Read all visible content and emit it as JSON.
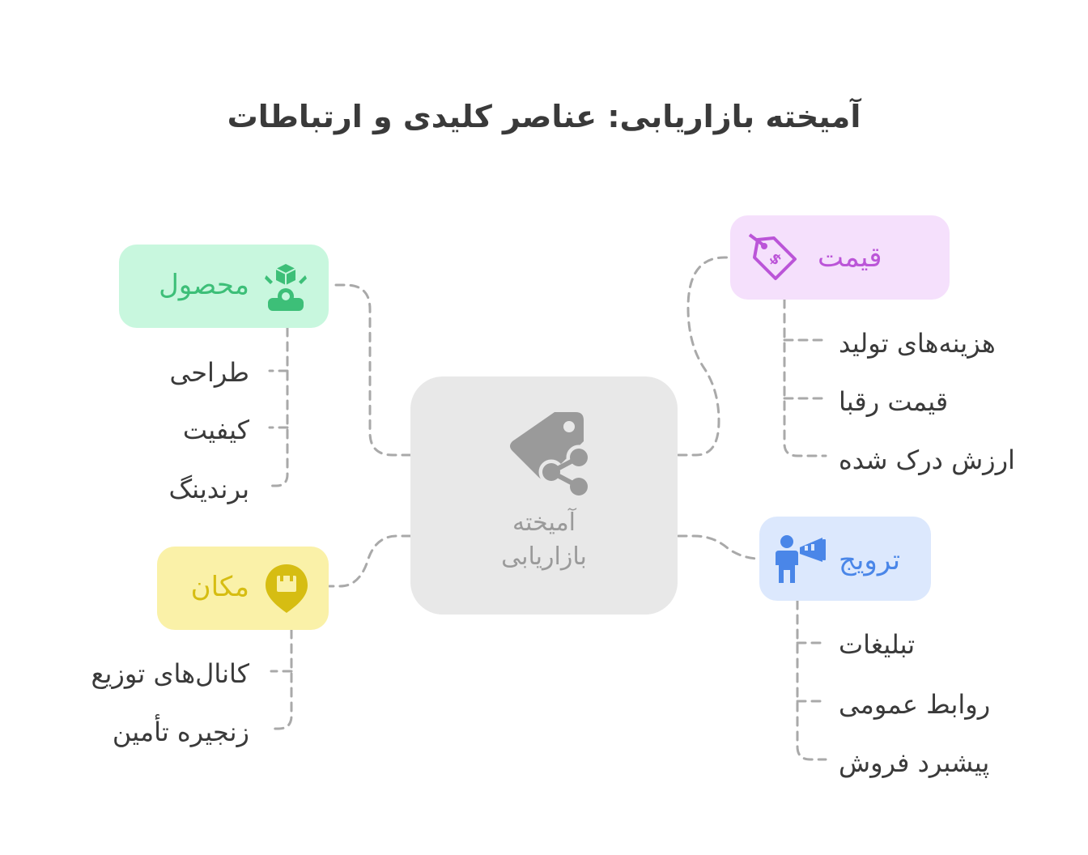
{
  "title": "آمیخته بازاریابی: عناصر کلیدی و ارتباطات",
  "center": {
    "label_line1": "آمیخته",
    "label_line2": "بازاریابی",
    "icon": "tag-share-icon",
    "color": "#9a9a9a"
  },
  "branches": {
    "product": {
      "label": "محصول",
      "icon": "product-box-icon",
      "color": "#3dbf78",
      "bg": "#c8f7de",
      "items": [
        "طراحی",
        "کیفیت",
        "برندینگ"
      ]
    },
    "place": {
      "label": "مکان",
      "icon": "location-pin-icon",
      "color": "#d6bd12",
      "bg": "#faf1a8",
      "items": [
        "کانال‌های توزیع",
        "زنجیره تأمین"
      ]
    },
    "price": {
      "label": "قیمت",
      "icon": "price-tag-icon",
      "color": "#bb55d8",
      "bg": "#f5e0fc",
      "items": [
        "هزینه‌های تولید",
        "قیمت رقبا",
        "ارزش درک شده"
      ]
    },
    "promotion": {
      "label": "ترویج",
      "icon": "megaphone-person-icon",
      "color": "#4a86e8",
      "bg": "#dce8fd",
      "items": [
        "تبلیغات",
        "روابط عمومی",
        "پیشبرد فروش"
      ]
    }
  }
}
